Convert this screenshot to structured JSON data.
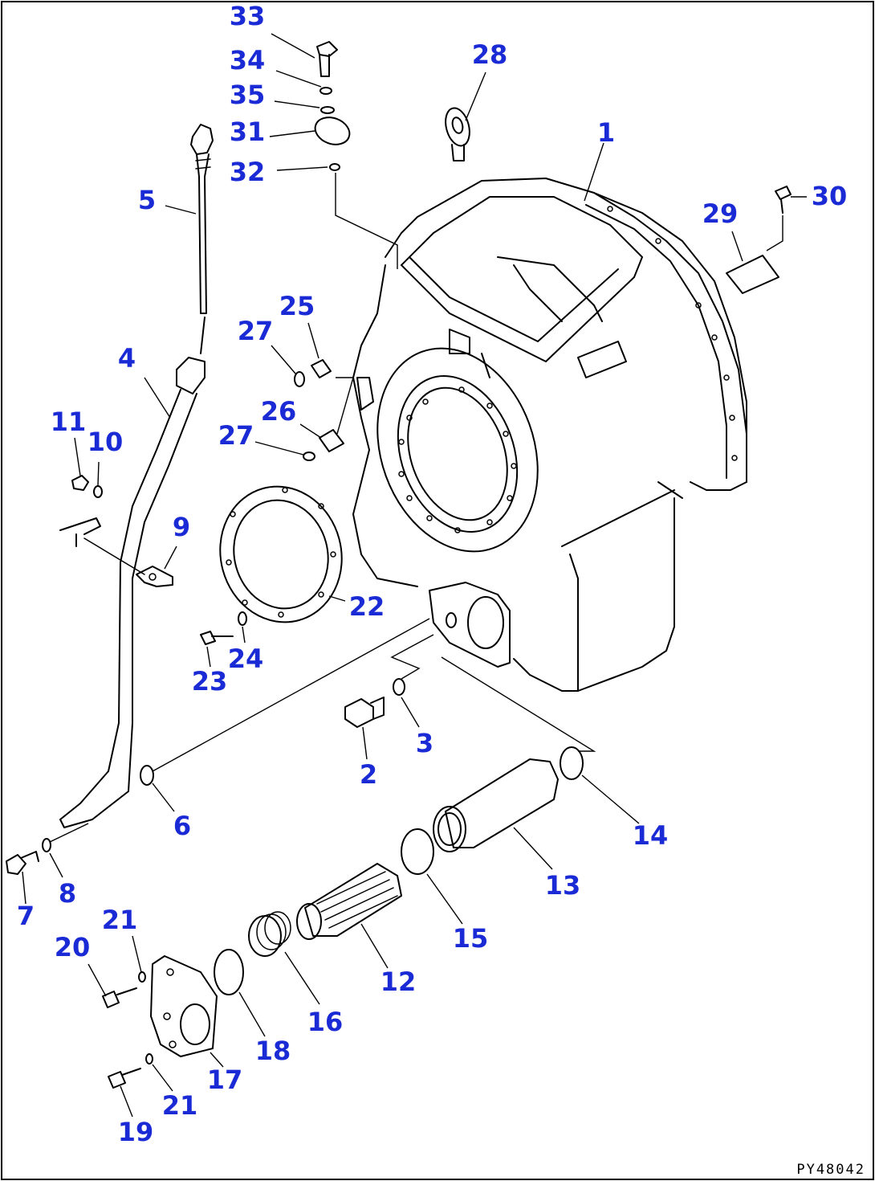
{
  "drawing_code": "PY48042",
  "callouts": [
    {
      "id": "c33",
      "label": "33"
    },
    {
      "id": "c34",
      "label": "34"
    },
    {
      "id": "c35",
      "label": "35"
    },
    {
      "id": "c31",
      "label": "31"
    },
    {
      "id": "c32",
      "label": "32"
    },
    {
      "id": "c28",
      "label": "28"
    },
    {
      "id": "c1",
      "label": "1"
    },
    {
      "id": "c30",
      "label": "30"
    },
    {
      "id": "c29",
      "label": "29"
    },
    {
      "id": "c5",
      "label": "5"
    },
    {
      "id": "c25",
      "label": "25"
    },
    {
      "id": "c27a",
      "label": "27"
    },
    {
      "id": "c4",
      "label": "4"
    },
    {
      "id": "c26",
      "label": "26"
    },
    {
      "id": "c27b",
      "label": "27"
    },
    {
      "id": "c11",
      "label": "11"
    },
    {
      "id": "c10",
      "label": "10"
    },
    {
      "id": "c9",
      "label": "9"
    },
    {
      "id": "c22",
      "label": "22"
    },
    {
      "id": "c24",
      "label": "24"
    },
    {
      "id": "c23",
      "label": "23"
    },
    {
      "id": "c3",
      "label": "3"
    },
    {
      "id": "c2",
      "label": "2"
    },
    {
      "id": "c6",
      "label": "6"
    },
    {
      "id": "c14",
      "label": "14"
    },
    {
      "id": "c13",
      "label": "13"
    },
    {
      "id": "c8",
      "label": "8"
    },
    {
      "id": "c7",
      "label": "7"
    },
    {
      "id": "c21a",
      "label": "21"
    },
    {
      "id": "c20",
      "label": "20"
    },
    {
      "id": "c15",
      "label": "15"
    },
    {
      "id": "c12",
      "label": "12"
    },
    {
      "id": "c16",
      "label": "16"
    },
    {
      "id": "c18",
      "label": "18"
    },
    {
      "id": "c17",
      "label": "17"
    },
    {
      "id": "c21b",
      "label": "21"
    },
    {
      "id": "c19",
      "label": "19"
    }
  ]
}
